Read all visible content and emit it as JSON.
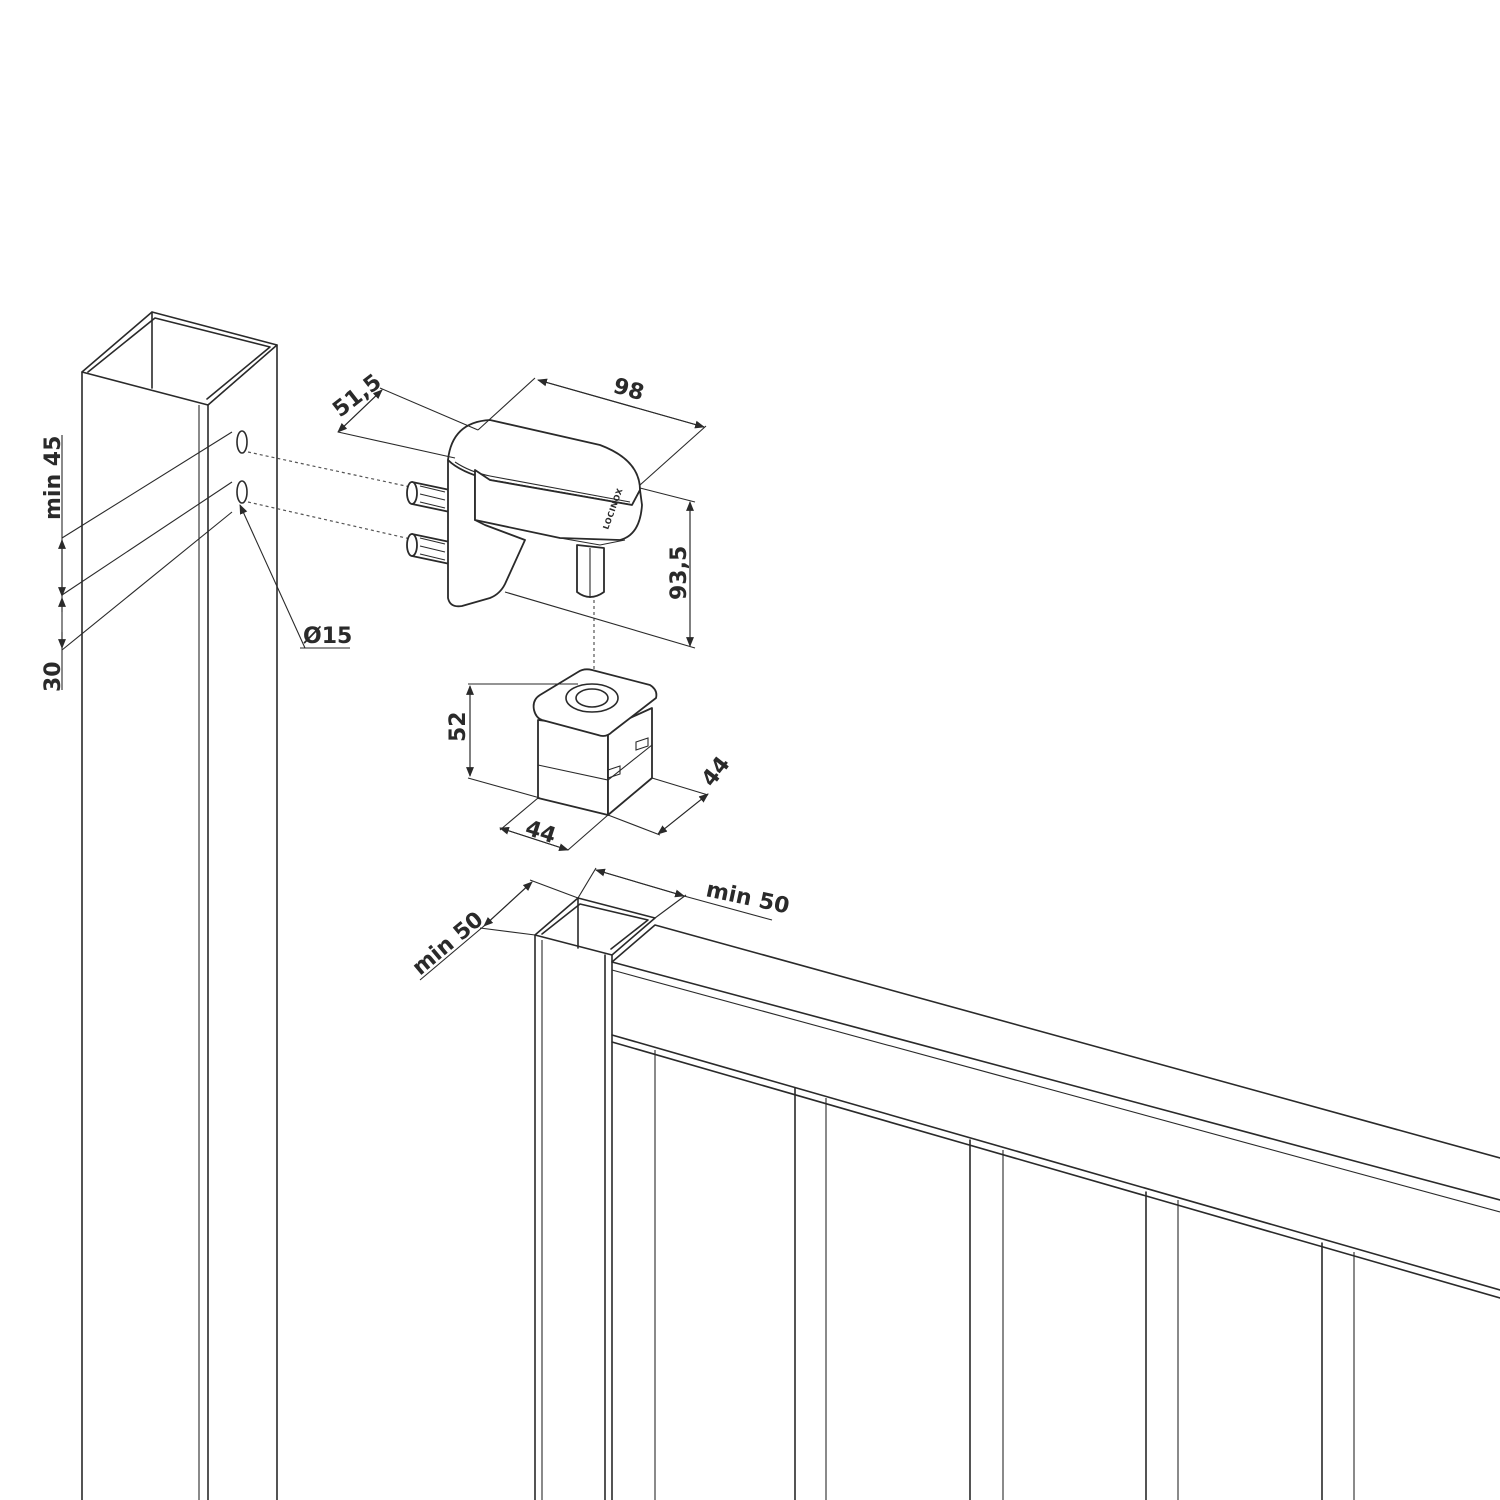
{
  "dimensions": {
    "post_hole_spacing": "min 45",
    "post_hole_edge": "30",
    "hole_diameter": "Ø15",
    "hinge_depth": "51,5",
    "hinge_length": "98",
    "hinge_height": "93,5",
    "base_height": "52",
    "base_width": "44",
    "base_depth": "44",
    "gate_post_width": "min 50",
    "gate_post_depth": "min 50"
  },
  "brand": "LOCINOX"
}
